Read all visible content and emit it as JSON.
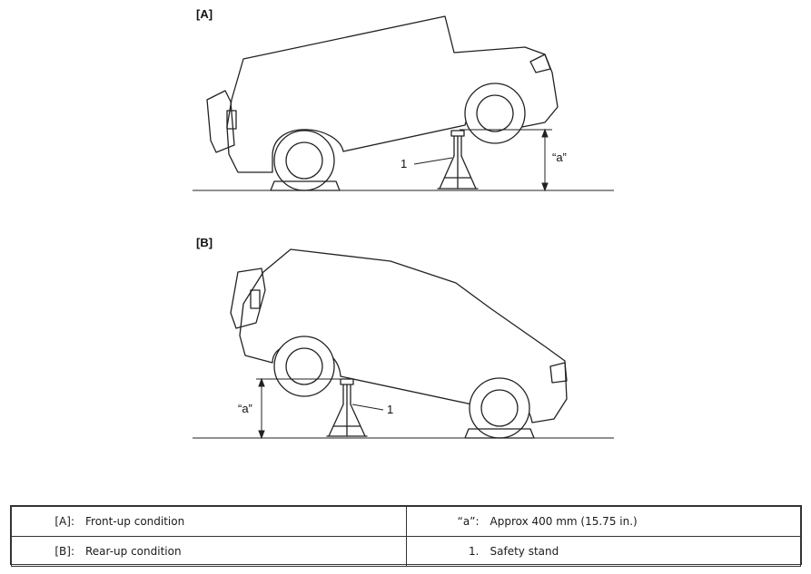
{
  "diagram": {
    "panel_a_label": "[A]",
    "panel_b_label": "[B]",
    "height_marker_a": "“a”",
    "height_marker_b": "“a”",
    "callout_a": "1",
    "callout_b": "1"
  },
  "legend": {
    "rows": [
      {
        "left_key": "[A]:",
        "left_text": "Front-up condition",
        "right_key": "“a”:",
        "right_text": "Approx 400 mm (15.75 in.)"
      },
      {
        "left_key": "[B]:",
        "left_text": "Rear-up condition",
        "right_key": "1.",
        "right_text": "Safety stand"
      }
    ]
  }
}
